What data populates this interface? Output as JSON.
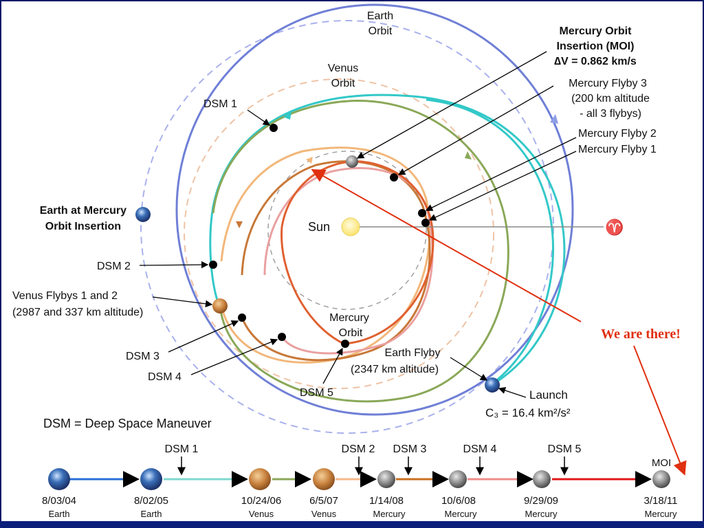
{
  "labels": {
    "earth_orbit_1": "Earth",
    "earth_orbit_2": "Orbit",
    "venus_orbit_1": "Venus",
    "venus_orbit_2": "Orbit",
    "mercury_orbit_1": "Mercury",
    "mercury_orbit_2": "Orbit",
    "sun": "Sun",
    "moi_1": "Mercury Orbit",
    "moi_2": "Insertion (MOI)",
    "moi_3": "∆V = 0.862 km/s",
    "flyby3_1": "Mercury Flyby 3",
    "flyby3_2": "(200 km altitude",
    "flyby3_3": "- all 3 flybys)",
    "flyby2": "Mercury Flyby 2",
    "flyby1": "Mercury Flyby 1",
    "dsm1": "DSM 1",
    "dsm2": "DSM 2",
    "dsm3": "DSM 3",
    "dsm4": "DSM 4",
    "dsm5": "DSM 5",
    "earth_moi_1": "Earth at Mercury",
    "earth_moi_2": "Orbit Insertion",
    "venus_flybys_1": "Venus Flybys 1 and 2",
    "venus_flybys_2": "(2987 and 337 km altitude)",
    "earth_flyby_1": "Earth Flyby",
    "earth_flyby_2": "(2347 km altitude)",
    "launch_1": "Launch",
    "launch_2": "C₃ = 16.4 km²/s²",
    "aries": "♈",
    "we_are_there": "We are there!",
    "dsm_legend": "DSM = Deep Space Maneuver"
  },
  "timeline": {
    "events": [
      {
        "date": "8/03/04",
        "body": "Earth"
      },
      {
        "date": "8/02/05",
        "body": "Earth"
      },
      {
        "date": "10/24/06",
        "body": "Venus"
      },
      {
        "date": "6/5/07",
        "body": "Venus"
      },
      {
        "date": "1/14/08",
        "body": "Mercury"
      },
      {
        "date": "10/6/08",
        "body": "Mercury"
      },
      {
        "date": "9/29/09",
        "body": "Mercury"
      },
      {
        "date": "3/18/11",
        "body": "Mercury"
      }
    ],
    "maneuvers": [
      "DSM 1",
      "DSM 2",
      "DSM 3",
      "DSM 4",
      "DSM 5"
    ],
    "moi_label": "MOI"
  },
  "colors": {
    "earth_orbit": "#6f7fd6",
    "venus_orbit": "#e8b090",
    "mercury_orbit": "#999999",
    "trajectory_cyan": "#33c8c8",
    "trajectory_green": "#8aa858",
    "trajectory_orange": "#f0b070",
    "trajectory_brown": "#c87838",
    "trajectory_pink": "#e89090",
    "trajectory_red": "#e04020",
    "annotation_red": "#e03010",
    "sun": "#fff2a0",
    "frame": "#0b1f7a"
  }
}
